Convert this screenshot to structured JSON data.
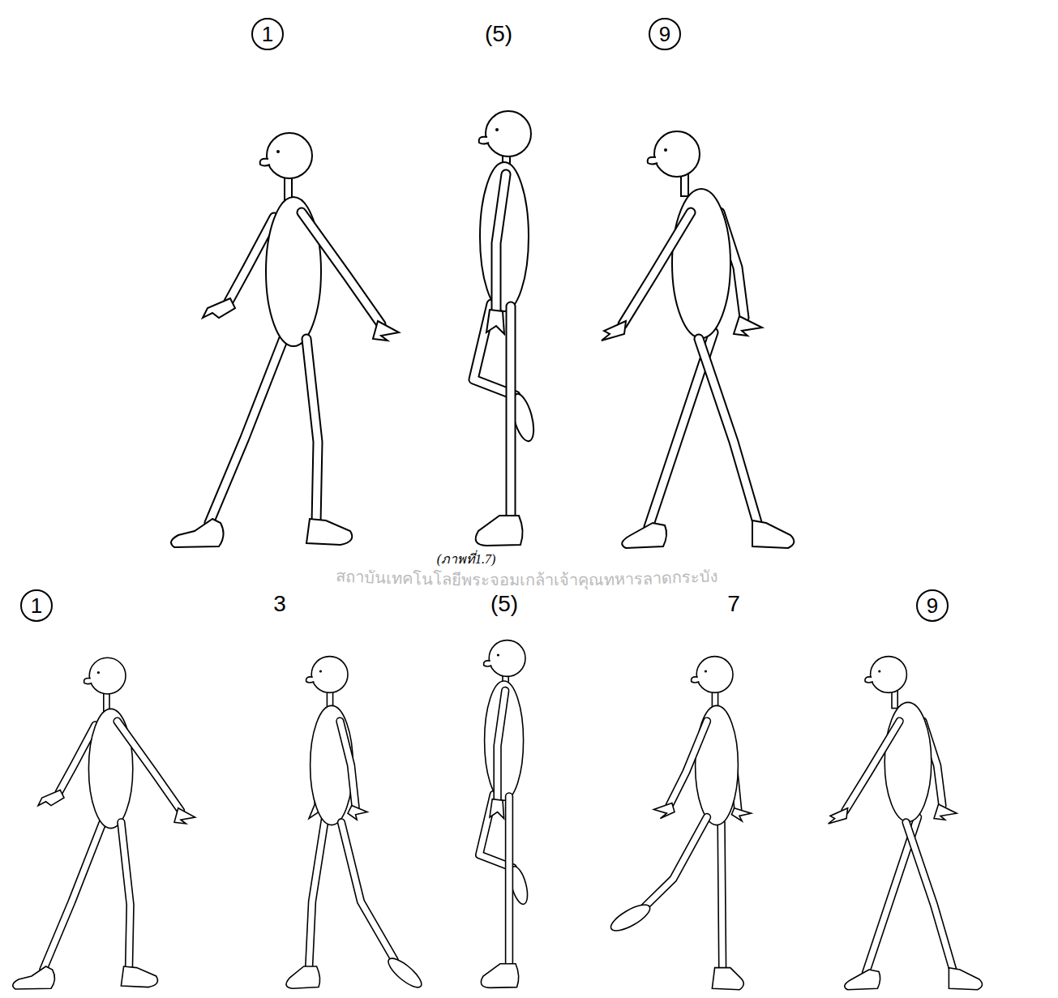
{
  "diagram": {
    "caption": "(ภาพที่1.7)",
    "nodes": [
      {
        "text": [
          "1"
        ]
      },
      {
        "text": [
          "9"
        ]
      },
      {
        "text": [
          "1"
        ]
      },
      {
        "text": [
          "9"
        ]
      }
    ],
    "labels": [
      "(5)",
      "3",
      "(5)",
      "7",
      "สถาบันเทคโนโลยีพระจอมเกล้าเจ้าคุณทหารลาดกระบัง"
    ]
  }
}
